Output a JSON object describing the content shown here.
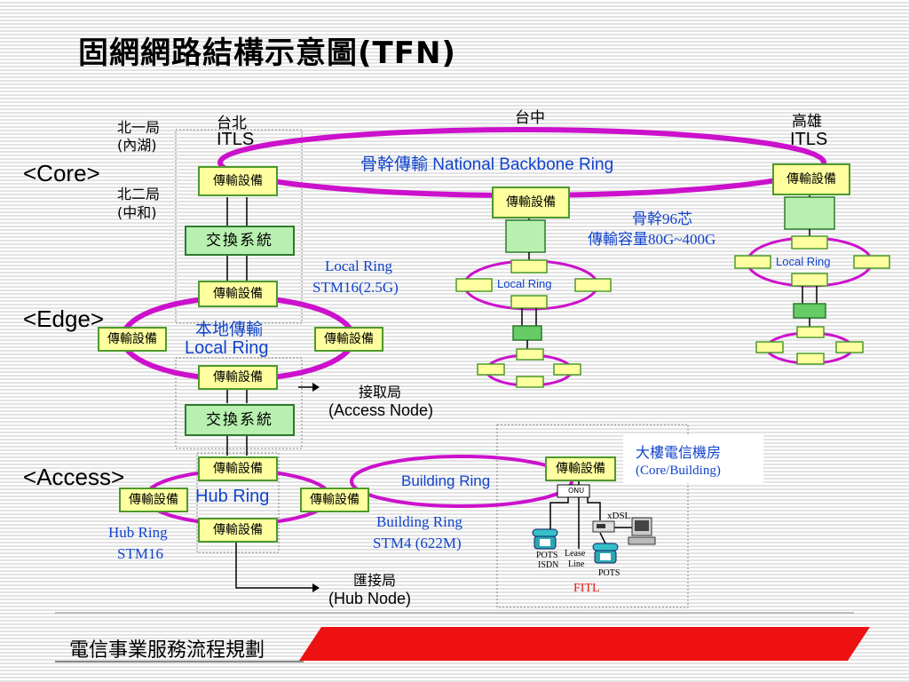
{
  "title": "固網網路結構示意圖(TFN)",
  "layers": {
    "core": "<Core>",
    "edge": "<Edge>",
    "access": "<Access>"
  },
  "sites": {
    "taipei": "台北",
    "taichung": "台中",
    "kaohsiung": "高雄",
    "itls": "ITLS",
    "office1": "北一局",
    "office1_sub": "(內湖)",
    "office2": "北二局",
    "office2_sub": "(中和)"
  },
  "equipment": {
    "transmission": "傳輸設備",
    "switching": "交換系統",
    "onu": "ONU"
  },
  "rings": {
    "backbone": "骨幹傳輸 National Backbone Ring",
    "backbone_spec1": "骨幹96芯",
    "backbone_spec2": "傳輸容量80G~400G",
    "local_label": "Local Ring",
    "local_spec1": "Local Ring",
    "local_spec2": "STM16(2.5G)",
    "edge_local_cn": "本地傳輸",
    "edge_local_en": "Local Ring",
    "hub": "Hub Ring",
    "hub_spec1": "Hub Ring",
    "hub_spec2": "STM16",
    "building": "Building Ring",
    "building_spec1": "Building Ring",
    "building_spec2": "STM4 (622M)"
  },
  "nodes": {
    "access_cn": "接取局",
    "access_en": "(Access Node)",
    "hub_cn": "匯接局",
    "hub_en": "(Hub Node)",
    "building_cn": "大樓電信機房",
    "building_en": "(Core/Building)"
  },
  "fitl": {
    "label": "FITL",
    "xdsl": "xDSL",
    "pots_isdn1": "POTS",
    "pots_isdn2": "ISDN",
    "lease1": "Lease",
    "lease2": "Line",
    "pots": "POTS"
  },
  "footer": "電信事業服務流程規劃",
  "colors": {
    "ring": "#cc11cc",
    "box_fill": "#ffffa0",
    "box_border": "#4c9a2a",
    "green_box": "#b8f0b0",
    "accent_red": "#ee1111",
    "text_blue": "#1144cc"
  }
}
